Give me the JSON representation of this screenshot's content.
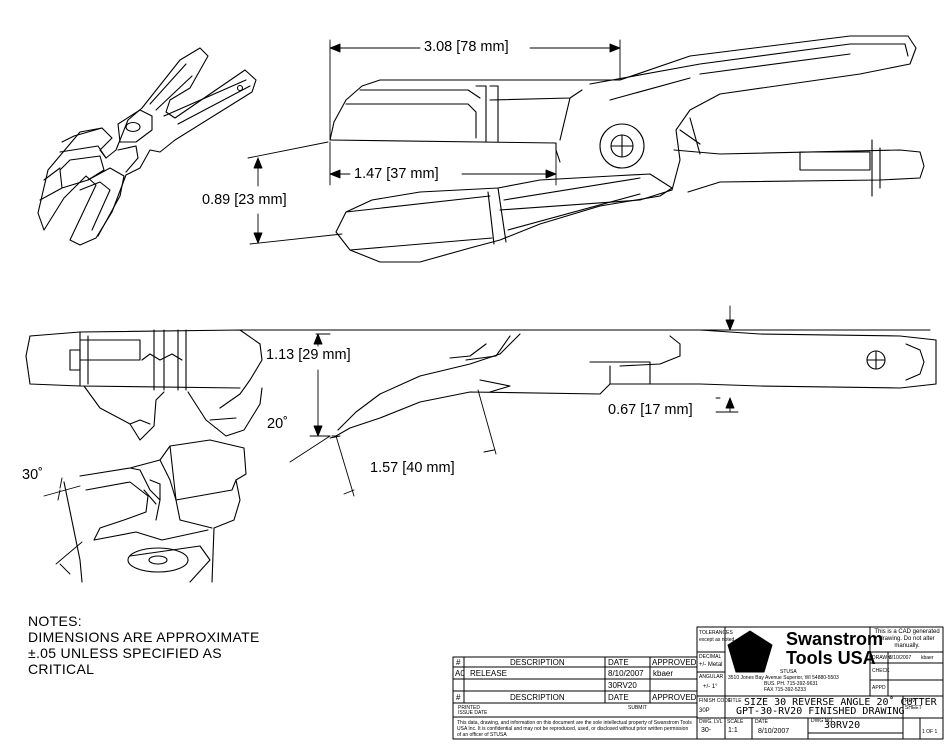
{
  "dimensions": {
    "top_length": "3.08 [78 mm]",
    "blade_length": "1.47 [37 mm]",
    "blade_width": "0.89 [23 mm]",
    "side_height": "1.13 [29 mm]",
    "handle_thickness": "0.67 [17 mm]",
    "angle_20": "20˚",
    "reach_length": "1.57 [40 mm]",
    "angle_30": "30˚"
  },
  "notes": {
    "lines": [
      "NOTES:",
      "DIMENSIONS ARE APPROXIMATE",
      "±.05  UNLESS SPECIFIED AS",
      "CRITICAL"
    ]
  },
  "revision_table": {
    "header": {
      "num": "#",
      "description": "DESCRIPTION",
      "date": "DATE",
      "approved": "APPROVED"
    },
    "row": {
      "num": "A0",
      "description": "RELEASE",
      "date": "8/10/2007",
      "approved": "kbaer",
      "part": "30RV20"
    },
    "footer": {
      "num": "#",
      "description": "DESCRIPTION",
      "date": "DATE",
      "approved": "APPROVED"
    },
    "printed": "PRINTED",
    "issue_date": "ISSUE DATE",
    "submit": "SUBMIT",
    "confidential": "This data, drawing, and information on this document are the sole intellectual property of Swanstrom Tools USA Inc. It is confidential and may not be reproduced, used, or disclosed without prior written permission of an officer of STUSA"
  },
  "title_block": {
    "tolerances": "TOLERANCES",
    "except_noted": "except as noted",
    "decimal_label": "DECIMAL",
    "decimal_value": "+/- Metal",
    "angular_label": "ANGULAR",
    "angular_value": "+/- 1°",
    "finish_code": "FINISH CODE",
    "finish_value": "30P",
    "brand_line1": "Swanstrom",
    "brand_line2": "Tools USA",
    "address1": "3510 Jones Bay Avenue Superior, WI 54880-5503",
    "address2": "BUS. PH. 715-392-9631",
    "address3": "FAX  715-392-5233",
    "stusa": "STUSA",
    "cad_note": "This is a CAD generated drawing. Do not alter manually.",
    "drawn_label": "DRAWN",
    "drawn_date": "8/10/2007",
    "drawn_by": "kbaer",
    "check_label": "CHECK",
    "appd_label": "APPD",
    "title_label": "TITLE",
    "title_line1": "SIZE 30 REVERSE ANGLE 20˚ CUTTER",
    "title_line2": "GPT-30-RV20 FINISHED DRAWING",
    "dwg_label": "DWG. LVL",
    "dwg_value": "30-",
    "scale_label": "SCALE",
    "scale_value": "1:1",
    "date_label": "DATE",
    "date_value": "8/10/2007",
    "dwg_no_label": "DWG NO",
    "dwg_no_value": "30RV20",
    "rev_label": "REV",
    "sheet_label": "SHEET",
    "sheet_of": "1 OF 1"
  }
}
